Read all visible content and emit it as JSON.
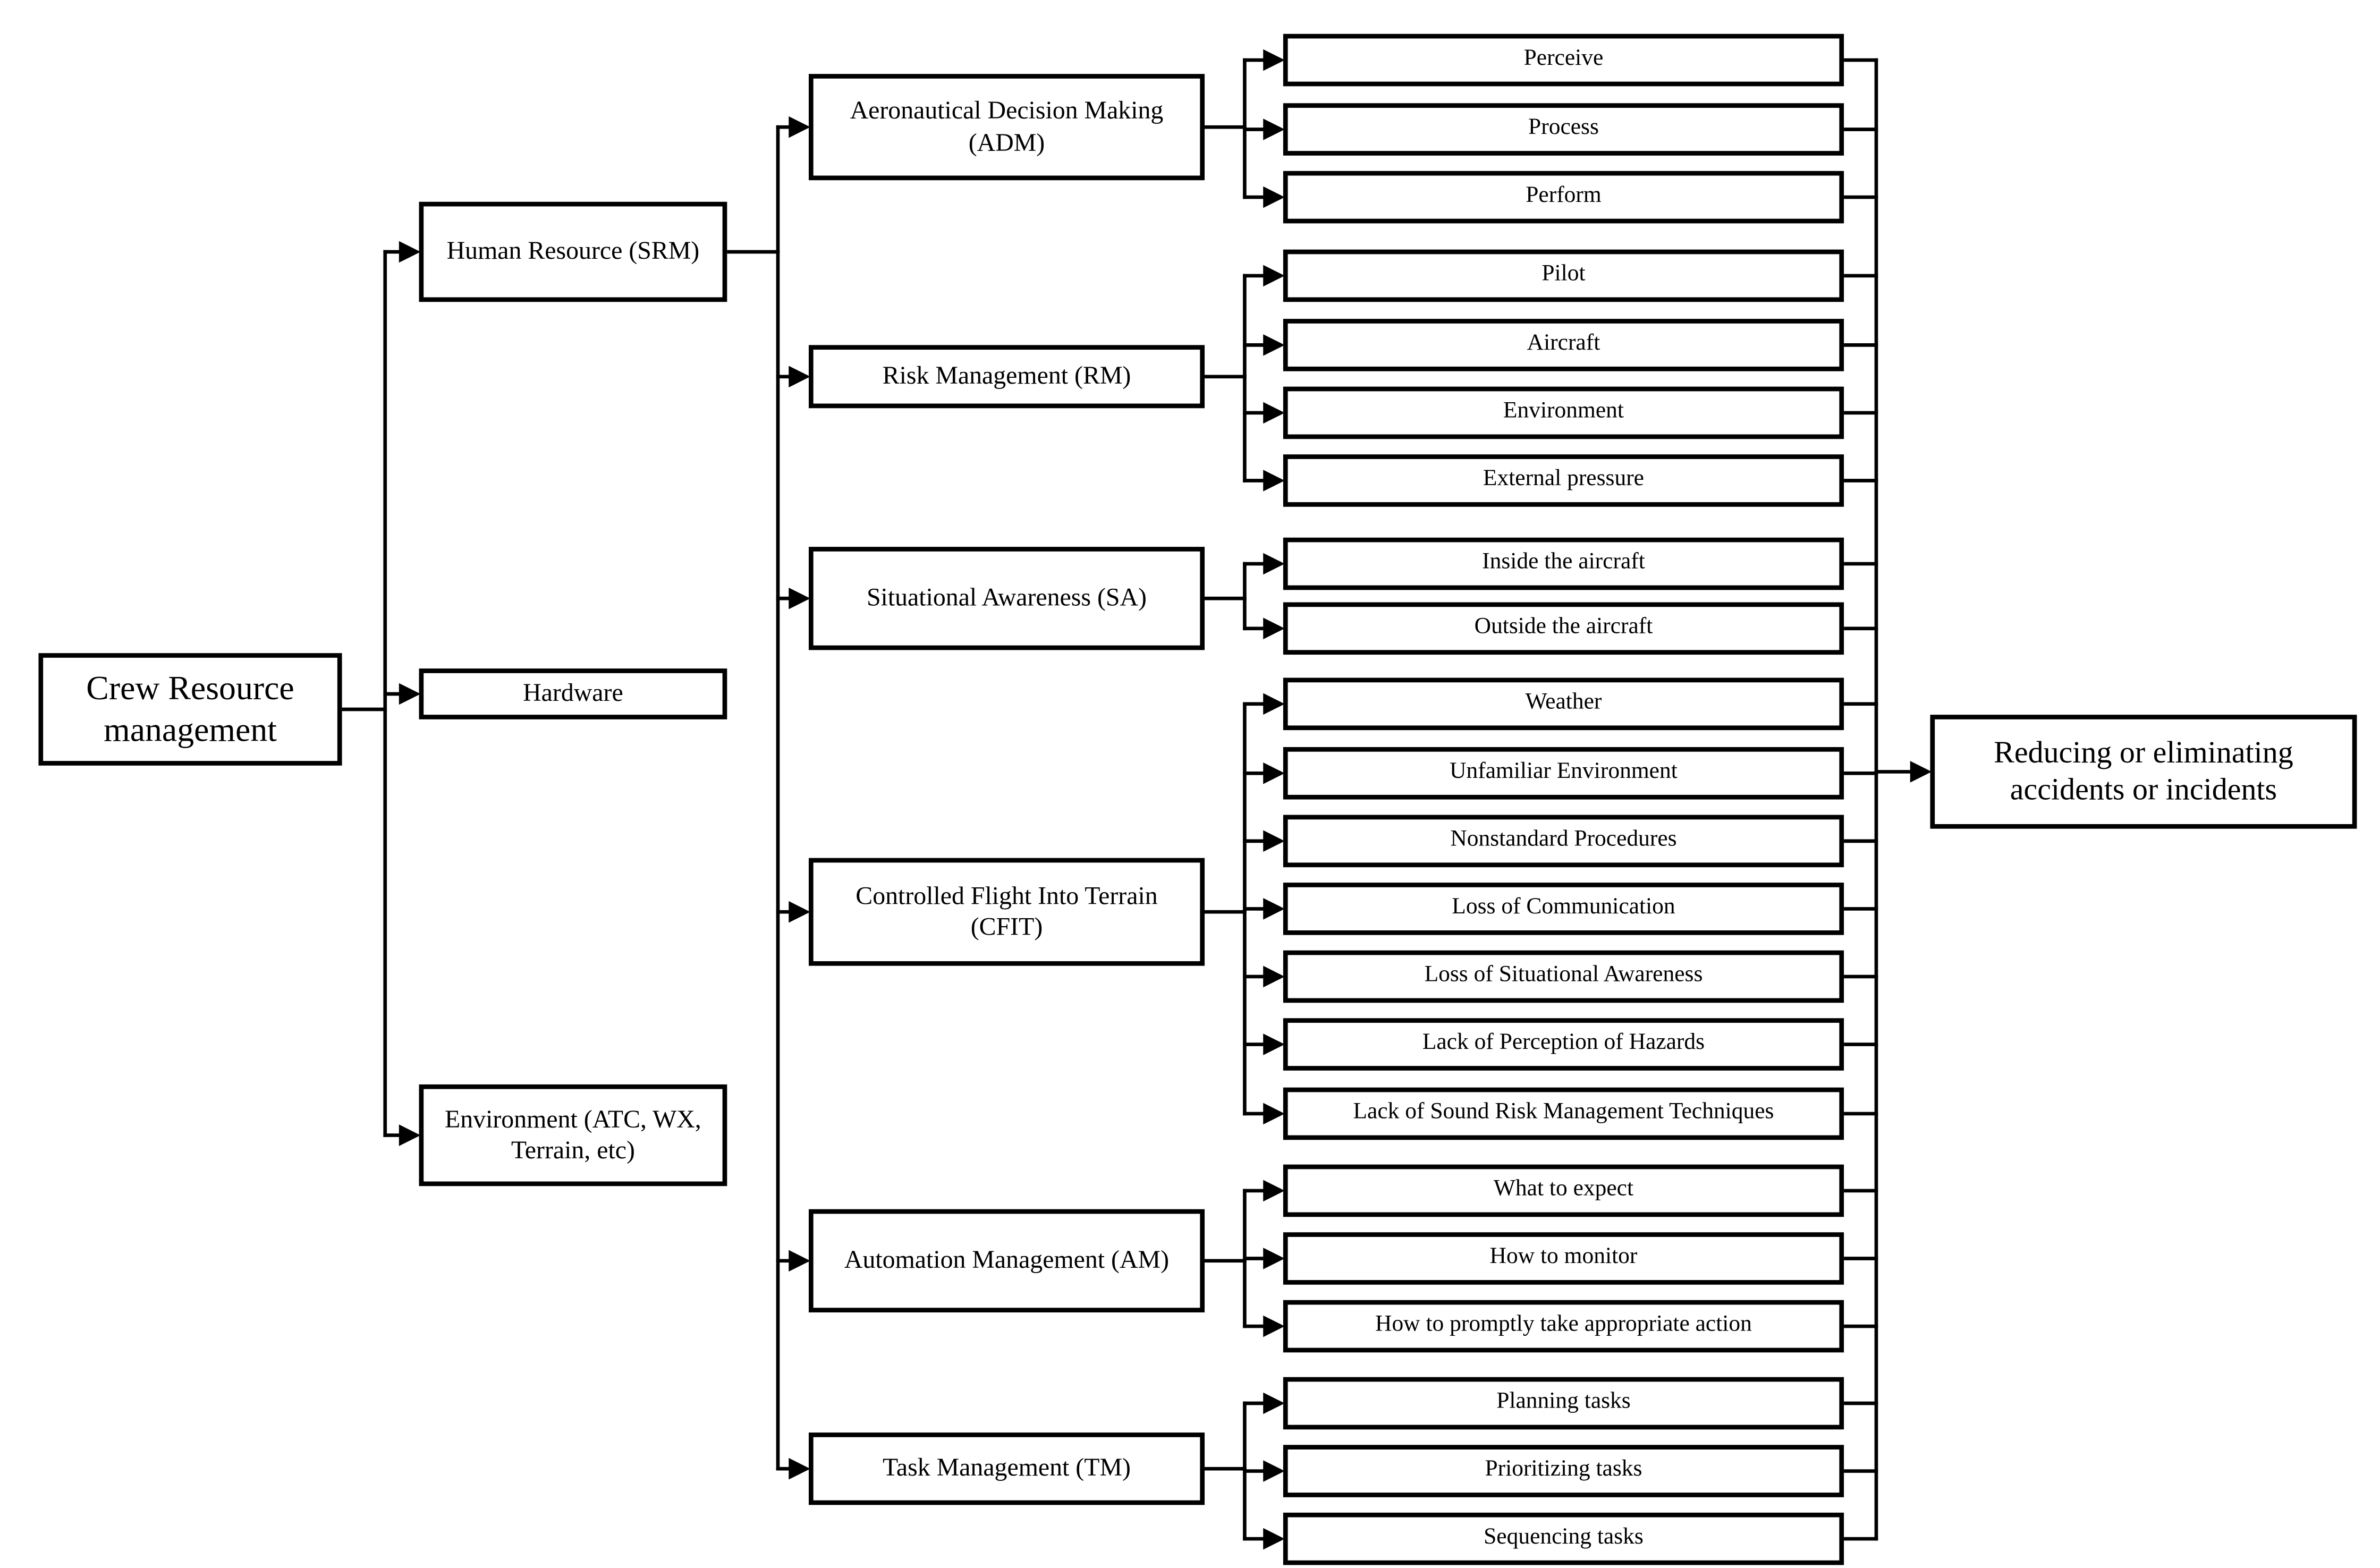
{
  "diagram": {
    "root": {
      "label": "Crew Resource management"
    },
    "outcome": {
      "label": "Reducing or eliminating accidents or incidents"
    },
    "level2": [
      {
        "label": "Human Resource (SRM)"
      },
      {
        "label": "Hardware"
      },
      {
        "label": "Environment (ATC, WX, Terrain, etc)"
      }
    ],
    "groups": [
      {
        "label": "Aeronautical Decision Making (ADM)",
        "children": [
          "Perceive",
          "Process",
          "Perform"
        ]
      },
      {
        "label": "Risk Management (RM)",
        "children": [
          "Pilot",
          "Aircraft",
          "Environment",
          "External pressure"
        ]
      },
      {
        "label": "Situational Awareness (SA)",
        "children": [
          "Inside the aircraft",
          "Outside the aircraft"
        ]
      },
      {
        "label": "Controlled Flight Into Terrain (CFIT)",
        "children": [
          "Weather",
          "Unfamiliar Environment",
          "Nonstandard Procedures",
          "Loss of Communication",
          "Loss of Situational Awareness",
          "Lack of Perception of Hazards",
          "Lack of Sound Risk Management Techniques"
        ]
      },
      {
        "label": "Automation Management (AM)",
        "children": [
          "What to expect",
          "How to monitor",
          "How to promptly take appropriate action"
        ]
      },
      {
        "label": "Task Management (TM)",
        "children": [
          "Planning tasks",
          "Prioritizing tasks",
          "Sequencing tasks"
        ]
      }
    ],
    "colors": {
      "line": "#000000",
      "box_fill": "#ffffff",
      "box_border": "#000000"
    }
  }
}
